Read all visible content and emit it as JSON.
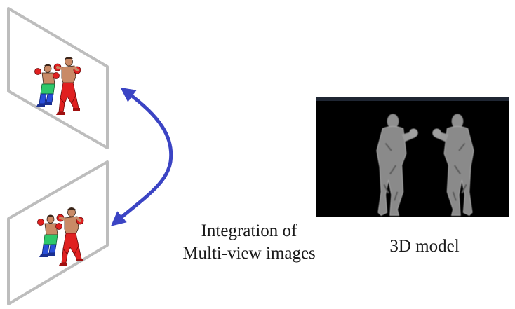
{
  "captions": {
    "integration_line1": "Integration of",
    "integration_line2": "Multi-view images",
    "model": "3D model"
  },
  "colors": {
    "frame": "#bdbdbd",
    "arrow": "#3b44c4",
    "model_background": "#000000",
    "boxer_red": "#e02020",
    "boxer_green": "#2fc86a",
    "boxer_blue": "#2a4fd8",
    "skin": "#c98a66"
  },
  "icons": {
    "boxers": "boxers-clipart-icon",
    "arrow": "double-headed-arrow-icon",
    "model": "voxel-figures-image"
  }
}
